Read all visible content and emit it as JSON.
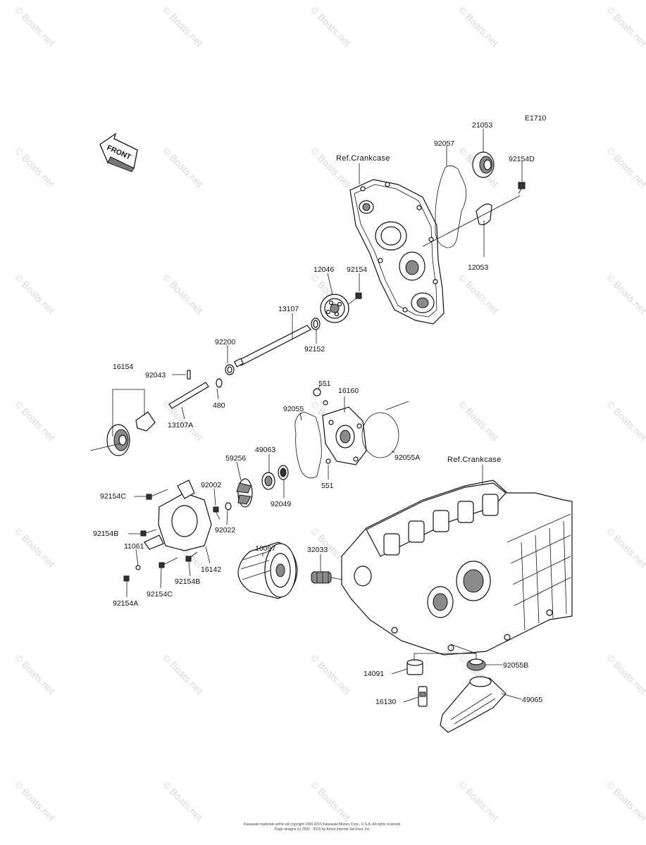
{
  "diagram": {
    "code": "E1710",
    "front_label": "FRONT",
    "ref_crankcase_top": "Ref.Crankcase",
    "ref_crankcase_bottom": "Ref.Crankcase",
    "watermark": "© Boats.net",
    "copyright_line1": "Kawasaki materials within all copyright 1995-2015 Kawasaki Motors Corp., U.S.A. All rights reserved.",
    "copyright_line2": "Page designs (c) 2002 - 2015 by Arinet Internet Services, Inc.",
    "parts": [
      {
        "id": "21053",
        "label": "21053"
      },
      {
        "id": "92057",
        "label": "92057"
      },
      {
        "id": "92154D",
        "label": "92154D"
      },
      {
        "id": "12053",
        "label": "12053"
      },
      {
        "id": "12046",
        "label": "12046"
      },
      {
        "id": "92154",
        "label": "92154"
      },
      {
        "id": "13107",
        "label": "13107"
      },
      {
        "id": "92152",
        "label": "92152"
      },
      {
        "id": "92200",
        "label": "92200"
      },
      {
        "id": "16154",
        "label": "16154"
      },
      {
        "id": "92043",
        "label": "92043"
      },
      {
        "id": "480",
        "label": "480"
      },
      {
        "id": "13107A",
        "label": "13107A"
      },
      {
        "id": "551a",
        "label": "551"
      },
      {
        "id": "16160",
        "label": "16160"
      },
      {
        "id": "92055",
        "label": "92055"
      },
      {
        "id": "92055A",
        "label": "92055A"
      },
      {
        "id": "551b",
        "label": "551"
      },
      {
        "id": "49063",
        "label": "49063"
      },
      {
        "id": "59256",
        "label": "59256"
      },
      {
        "id": "92049",
        "label": "92049"
      },
      {
        "id": "92154C_top",
        "label": "92154C"
      },
      {
        "id": "92002",
        "label": "92002"
      },
      {
        "id": "92022",
        "label": "92022"
      },
      {
        "id": "92154B_left",
        "label": "92154B"
      },
      {
        "id": "11061",
        "label": "11061"
      },
      {
        "id": "16142",
        "label": "16142"
      },
      {
        "id": "92154B_bottom",
        "label": "92154B"
      },
      {
        "id": "92154C_bottom",
        "label": "92154C"
      },
      {
        "id": "92154A",
        "label": "92154A"
      },
      {
        "id": "16097",
        "label": "16097"
      },
      {
        "id": "32033",
        "label": "32033"
      },
      {
        "id": "14091",
        "label": "14091"
      },
      {
        "id": "92055B",
        "label": "92055B"
      },
      {
        "id": "16130",
        "label": "16130"
      },
      {
        "id": "49065",
        "label": "49065"
      }
    ]
  }
}
